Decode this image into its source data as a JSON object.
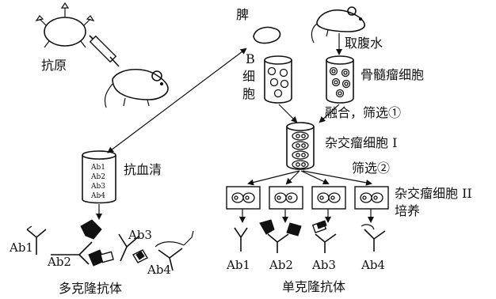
{
  "labels": {
    "antigen": "抗原",
    "spleen": "脾",
    "b_cell": [
      "B",
      "细",
      "胞"
    ],
    "take_ascites": "取腹水",
    "myeloma": "骨髓瘤细胞",
    "fusion": "融合，筛选①",
    "hybridoma1": "杂交瘤细胞 I",
    "screen2": "筛选②",
    "hybridoma2": "杂交瘤细胞 II",
    "culture": "培养",
    "antiserum": "抗血清",
    "polyclonal": "多克隆抗体",
    "monoclonal": "单克隆抗体"
  },
  "tube_antibodies": [
    "Ab1",
    "Ab2",
    "Ab3",
    "Ab4"
  ],
  "poly_antibodies": [
    "Ab1",
    "Ab2",
    "Ab3",
    "Ab4"
  ],
  "mono_antibodies": [
    "Ab1",
    "Ab2",
    "Ab3",
    "Ab4"
  ]
}
